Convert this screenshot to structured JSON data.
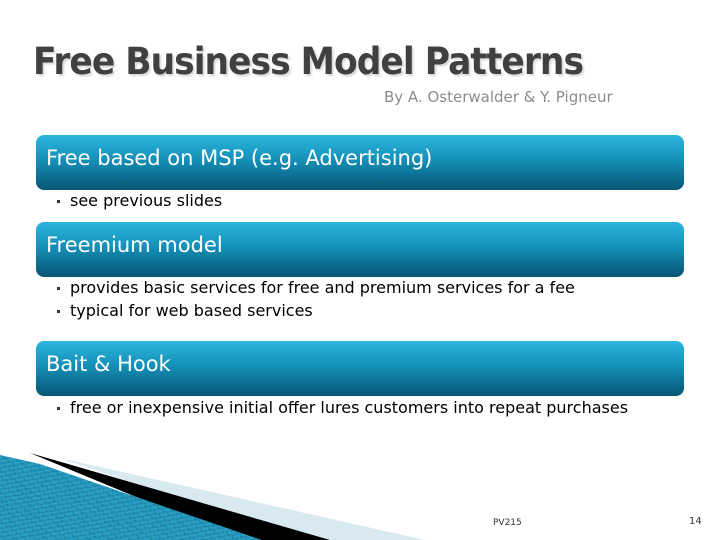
{
  "slide": {
    "title": "Free Business Model Patterns",
    "subtitle": "By A. Osterwalder & Y. Pigneur",
    "sections": [
      {
        "heading": "Free based on MSP (e.g. Advertising)",
        "bullets": [
          "see previous slides"
        ]
      },
      {
        "heading": "Freemium model",
        "bullets": [
          "provides basic services for free and premium services for a fee",
          "typical for web based services"
        ]
      },
      {
        "heading": "Bait & Hook",
        "bullets": [
          "free or inexpensive initial offer lures customers into repeat purchases"
        ]
      }
    ],
    "footer": {
      "course_code": "PV215",
      "page_number": "14"
    }
  },
  "colors": {
    "box_top": "#2bb6de",
    "box_bottom": "#0a5774",
    "title": "#404040",
    "subtitle": "#8c8c8c"
  }
}
